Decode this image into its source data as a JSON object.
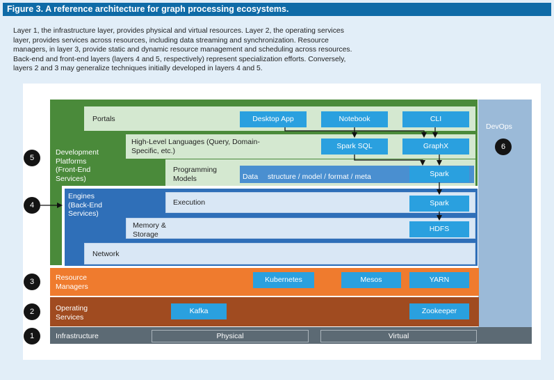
{
  "figure": {
    "title": "Figure 3. A reference architecture for graph processing ecosystems.",
    "caption": "Layer 1, the infrastructure layer, provides physical and virtual resources. Layer 2, the operating services layer, provides services across resources, including data streaming and synchronization. Resource managers, in layer 3, provide static and dynamic resource management and scheduling across resources. Back-end and front-end layers (layers 4 and 5, respectively) represent specialization efforts. Conversely, layers 2 and 3 may generalize techniques initially developed in layers 4 and 5."
  },
  "layers": {
    "l5": {
      "num": "5",
      "label": "Development Platforms (Front-End Services)"
    },
    "l4": {
      "num": "4",
      "label": "Engines (Back-End Services)"
    },
    "l3": {
      "num": "3",
      "label": "Resource Managers"
    },
    "l2": {
      "num": "2",
      "label": "Operating Services"
    },
    "l1": {
      "num": "1",
      "label": "Infrastructure"
    },
    "devops": {
      "num": "6",
      "label": "DevOps"
    }
  },
  "rows": {
    "portals": "Portals",
    "hll": "High-Level Languages (Query, Domain-Specific, etc.)",
    "pm": "Programming Models",
    "data_label": "Data",
    "data_desc": "structure / model / format / meta",
    "execution": "Execution",
    "memory": "Memory & Storage",
    "network": "Network"
  },
  "boxes": {
    "desktop_app": "Desktop App",
    "notebook": "Notebook",
    "cli": "CLI",
    "spark_sql": "Spark SQL",
    "graphx": "GraphX",
    "spark_pm": "Spark",
    "spark_exec": "Spark",
    "hdfs": "HDFS",
    "kubernetes": "Kubernetes",
    "mesos": "Mesos",
    "yarn": "YARN",
    "kafka": "Kafka",
    "zookeeper": "Zookeeper",
    "physical": "Physical",
    "virtual": "Virtual"
  },
  "colors": {
    "title_bar": "#0f6ba7",
    "layer5": "#4a8a3a",
    "layer4": "#2f6fb8",
    "layer3": "#ef7b2e",
    "layer2": "#a04b20",
    "layer1": "#5c6a74",
    "devops": "#9bbad8",
    "component_box": "#2aa0df"
  }
}
